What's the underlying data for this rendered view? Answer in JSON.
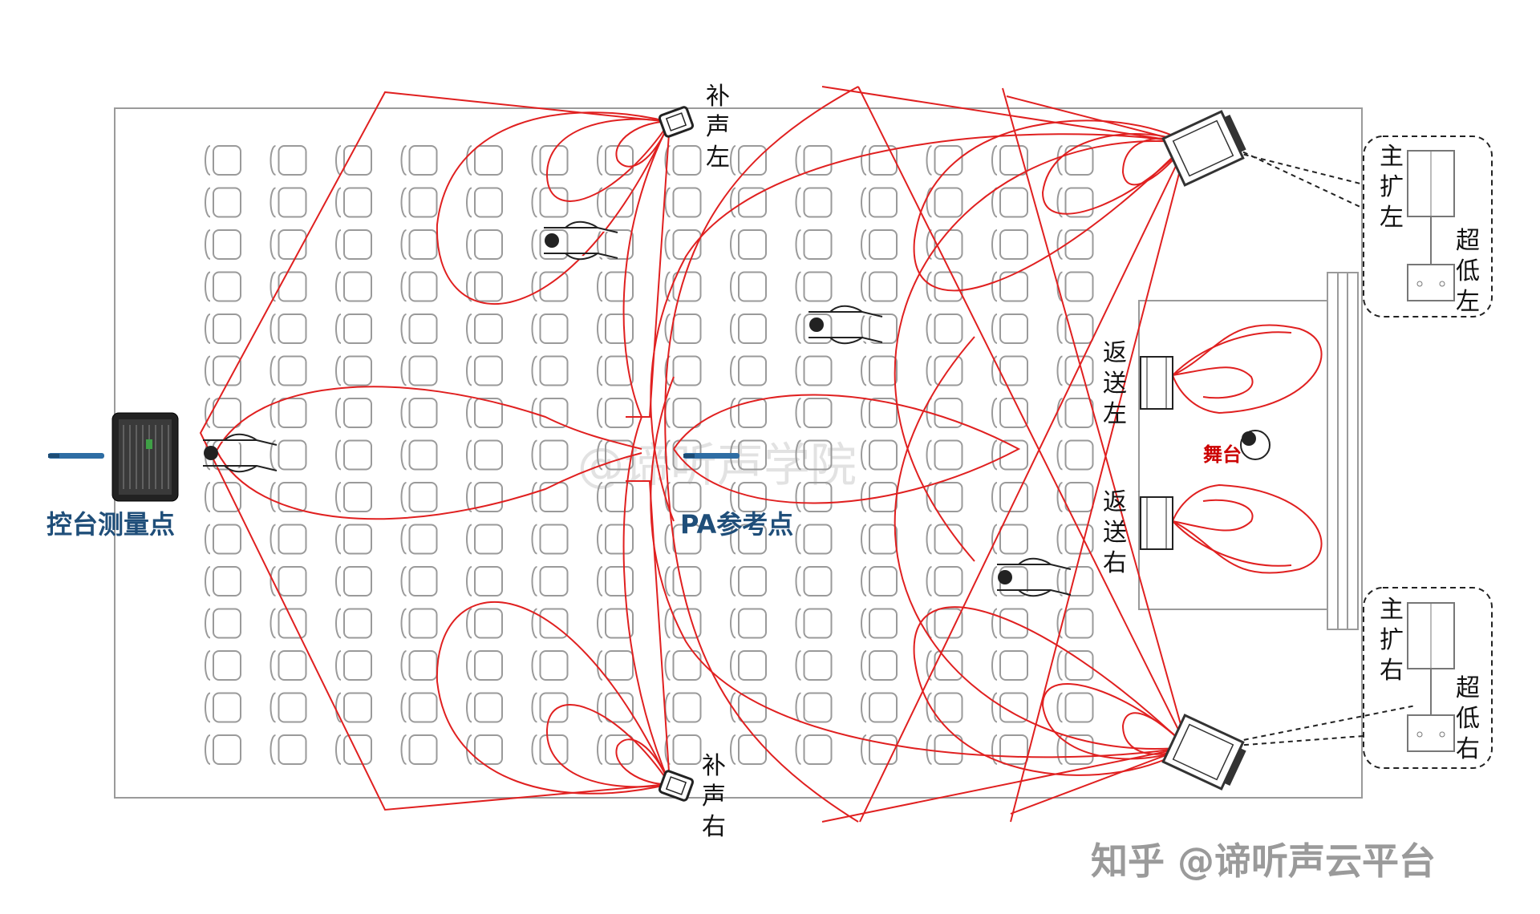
{
  "labels": {
    "fill_left": "补声左",
    "fill_right": "补声右",
    "main_left": "主扩左",
    "main_right": "主扩右",
    "sub_left": "超低左",
    "sub_right": "超低右",
    "monitor_left": "返送左",
    "monitor_right": "返送右",
    "stage": "舞台",
    "console_point": "控台测量点",
    "pa_point": "PA参考点"
  },
  "watermark": "@谛听声学院",
  "credit": "知乎 @谛听声云平台",
  "seating": {
    "rows": 15,
    "columns": 14
  },
  "colors": {
    "coverage": "#e02020",
    "outline": "#9a9a9a",
    "label_blue": "#1f4e79",
    "stage_label": "#cc0000"
  },
  "icons": [
    "mixing-console-icon",
    "measurement-mic-icon",
    "speaker-icon",
    "person-icon"
  ]
}
